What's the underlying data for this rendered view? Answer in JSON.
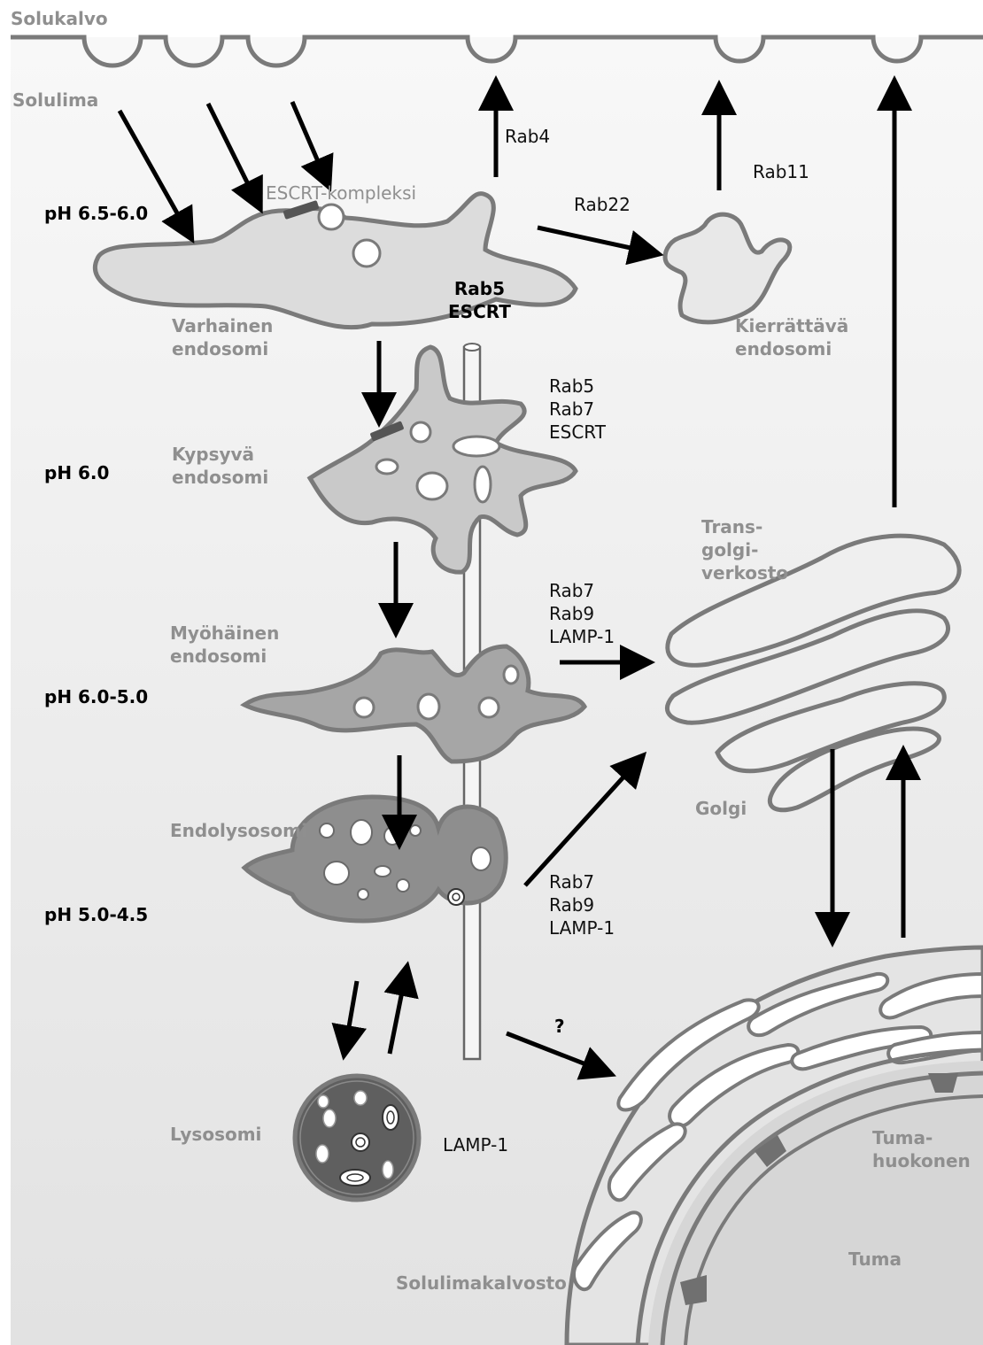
{
  "labels": {
    "solukalvo": "Solukalvo",
    "solulima": "Solulima",
    "escrt_kompleksi": "ESCRT-kompleksi",
    "varhainen": "Varhainen\nendosomi",
    "kypsyva": "Kypsyvä\nendosomi",
    "myohainen": "Myöhäinen\nendosomi",
    "endolysosomi": "Endolysosomi",
    "lysosomi": "Lysosomi",
    "kierrattava": "Kierrättävä\nendosomi",
    "trans_golgi": "Trans-\ngolgi-\nverkosto",
    "golgi": "Golgi",
    "tumahuokonen": "Tuma-\nhuokonen",
    "tuma": "Tuma",
    "solulimakalvosto": "Solulimakalvosto"
  },
  "ph": {
    "early": "pH 6.5-6.0",
    "maturing": "pH 6.0",
    "late": "pH 6.0-5.0",
    "endolysosome": "pH 5.0-4.5"
  },
  "proteins": {
    "rab4": "Rab4",
    "rab11": "Rab11",
    "rab22": "Rab22",
    "early_markers": "Rab5\nESCRT",
    "maturing_markers": "Rab5\nRab7\nESCRT",
    "late_markers": "Rab7\nRab9\nLAMP-1",
    "endolysosome_markers": "Rab7\nRab9\nLAMP-1",
    "lysosome_marker": "LAMP-1",
    "unknown": "?"
  },
  "colors": {
    "background_top": "#f7f7f7",
    "background_bottom": "#e3e3e3",
    "membrane": "#7a7a7a",
    "early_fill": "#dcdcdc",
    "maturing_fill": "#c9c9c9",
    "late_fill": "#a6a6a6",
    "endolysosome_fill": "#8e8e8e",
    "lysosome_fill": "#5f5f5f",
    "golgi_fill": "#efefef",
    "label_gray": "#8f8f8f",
    "arrow": "#000000"
  }
}
